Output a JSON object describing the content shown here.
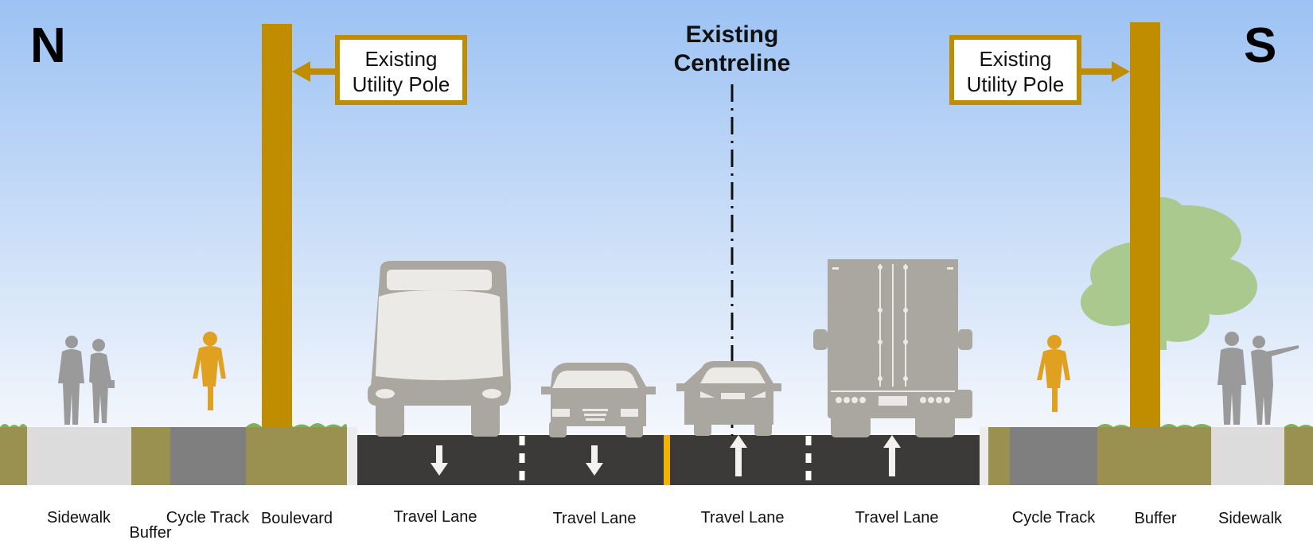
{
  "directions": {
    "north": "N",
    "south": "S"
  },
  "callouts": {
    "left_pole": {
      "line1": "Existing",
      "line2": "Utility Pole"
    },
    "right_pole": {
      "line1": "Existing",
      "line2": "Utility Pole"
    },
    "centreline": {
      "line1": "Existing",
      "line2": "Centreline"
    }
  },
  "zones": [
    {
      "id": "sidewalk-n",
      "label": "Sidewalk"
    },
    {
      "id": "buffer-n",
      "label": "Buffer"
    },
    {
      "id": "cycle-track-n",
      "label": "Cycle Track"
    },
    {
      "id": "boulevard-n",
      "label": "Boulevard"
    },
    {
      "id": "travel-lane-1",
      "label": "Travel Lane",
      "direction": "southbound"
    },
    {
      "id": "travel-lane-2",
      "label": "Travel Lane",
      "direction": "southbound"
    },
    {
      "id": "travel-lane-3",
      "label": "Travel Lane",
      "direction": "northbound"
    },
    {
      "id": "travel-lane-4",
      "label": "Travel Lane",
      "direction": "northbound"
    },
    {
      "id": "cycle-track-s",
      "label": "Cycle Track"
    },
    {
      "id": "buffer-s",
      "label": "Buffer"
    },
    {
      "id": "sidewalk-s",
      "label": "Sidewalk"
    }
  ],
  "colors": {
    "sky_top": "#9cc2f3",
    "sky_bottom": "#f4f7fc",
    "pole": "#c08c00",
    "road": "#3b3a38",
    "cycle_track": "#7f7f7f",
    "sidewalk": "#dcdcdc",
    "buffer_grass": "#9a9050",
    "vehicle": "#aaa7a0",
    "cyclist": "#e0a020",
    "pedestrian": "#9a9a9a",
    "tree": "#a9c98e"
  },
  "icons": [
    "bus-icon",
    "car-icon",
    "truck-icon",
    "cyclist-icon",
    "pedestrian-icon",
    "tree-icon",
    "arrow-down-icon",
    "arrow-up-icon"
  ]
}
